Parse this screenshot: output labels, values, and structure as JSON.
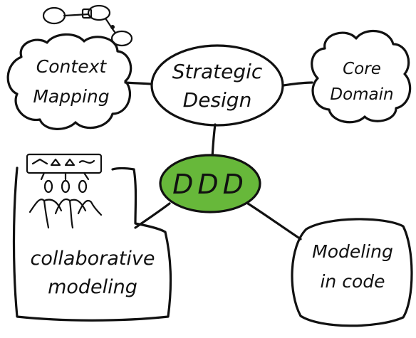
{
  "diagram": {
    "center": {
      "label": "DDD",
      "fill": "#67b83a"
    },
    "strategic": {
      "line1": "Strategic",
      "line2": "Design"
    },
    "context": {
      "line1": "Context",
      "line2": "Mapping"
    },
    "core": {
      "line1": "Core",
      "line2": "Domain"
    },
    "collab": {
      "line1": "collaborative",
      "line2": "modeling"
    },
    "code": {
      "line1": "Modeling",
      "line2": "in code"
    }
  }
}
